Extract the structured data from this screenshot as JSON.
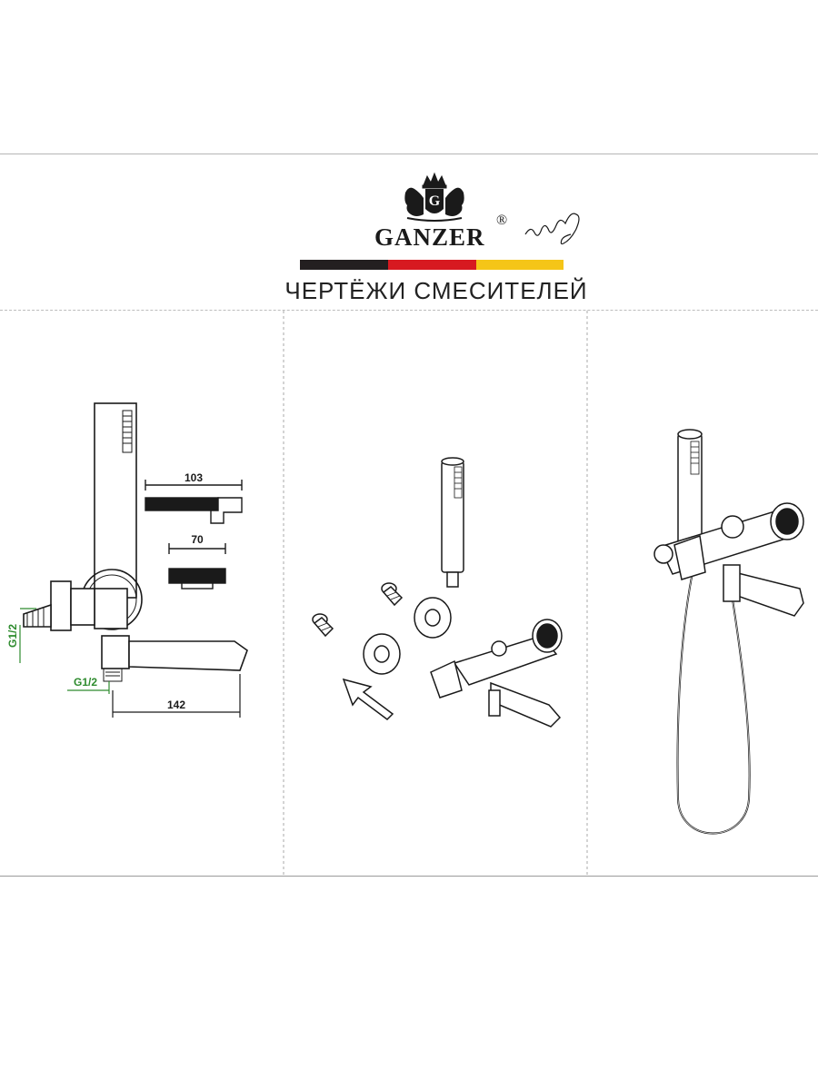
{
  "brand": {
    "name": "GANZER",
    "registered_mark": "®",
    "flag_colors": [
      "#231f20",
      "#d71920",
      "#f5c518"
    ]
  },
  "page_title": "ЧЕРТЁЖИ СМЕСИТЕЛЕЙ",
  "dimensions": {
    "handshower_width": "103",
    "holder_width": "70",
    "spout_length": "142",
    "inlet_thread_side": "G1/2",
    "inlet_thread_bottom": "G1/2"
  },
  "colors": {
    "line": "#1a1a1a",
    "dimension_green": "#2e8b2e",
    "divider": "#9a9a9a"
  }
}
